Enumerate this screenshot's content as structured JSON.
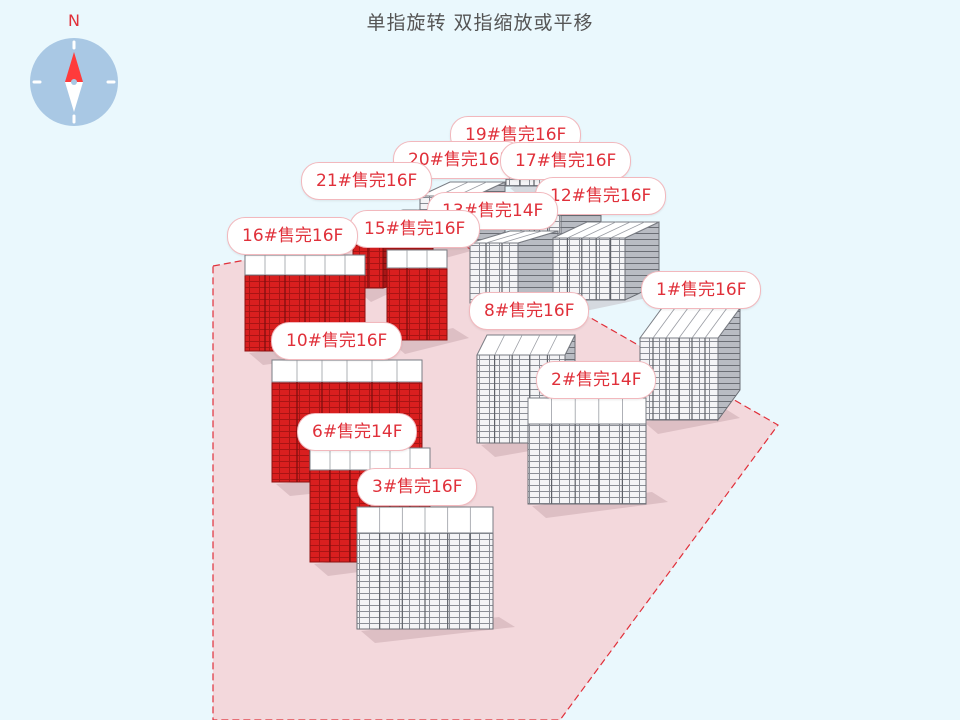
{
  "hint": "单指旋转 双指缩放或平移",
  "compass": {
    "north_label": "N",
    "icon": "compass-icon"
  },
  "colors": {
    "sold": "#d91f1f",
    "available": "#f4f4f6",
    "ground": "#f3d8dc",
    "boundary": "#e0303a",
    "background": "#eaf8fd"
  },
  "buildings": [
    {
      "label": "19#售完16F",
      "status": "sold-out"
    },
    {
      "label": "20#售完16F",
      "status": "sold-out"
    },
    {
      "label": "17#售完16F",
      "status": "sold-out"
    },
    {
      "label": "21#售完16F",
      "status": "sold-out"
    },
    {
      "label": "12#售完16F",
      "status": "sold-out"
    },
    {
      "label": "13#售完14F",
      "status": "sold-out"
    },
    {
      "label": "15#售完16F",
      "status": "sold-out"
    },
    {
      "label": "16#售完16F",
      "status": "sold-out"
    },
    {
      "label": "1#售完16F",
      "status": "sold-out"
    },
    {
      "label": "8#售完16F",
      "status": "sold-out"
    },
    {
      "label": "10#售完16F",
      "status": "sold-out"
    },
    {
      "label": "2#售完14F",
      "status": "sold-out"
    },
    {
      "label": "6#售完14F",
      "status": "sold-out"
    },
    {
      "label": "3#售完16F",
      "status": "sold-out"
    }
  ]
}
